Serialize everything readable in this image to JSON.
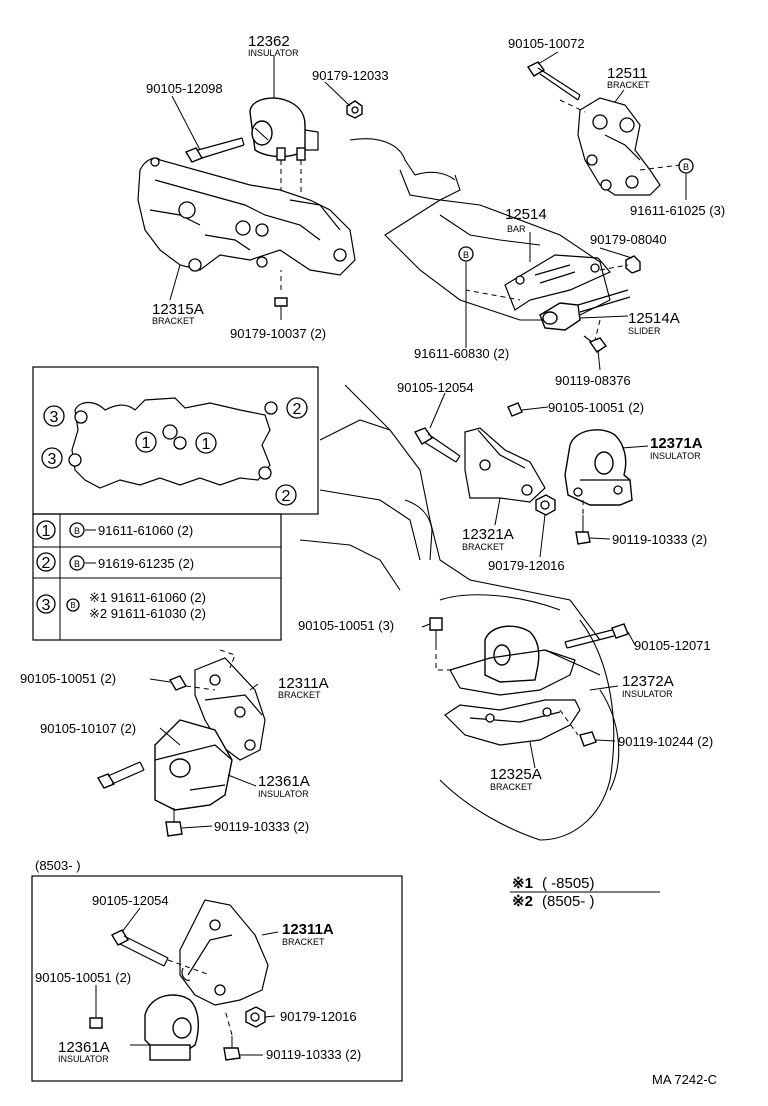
{
  "parts": {
    "p12362": {
      "num": "12362",
      "name": "INSULATOR"
    },
    "p90105_12098": {
      "num": "90105-12098"
    },
    "p90179_12033": {
      "num": "90179-12033"
    },
    "p12315A": {
      "num": "12315A",
      "name": "BRACKET"
    },
    "p90179_10037": {
      "num": "90179-10037 (2)"
    },
    "p90105_10072": {
      "num": "90105-10072"
    },
    "p12511": {
      "num": "12511",
      "name": "BRACKET"
    },
    "p91611_61025": {
      "num": "91611-61025 (3)"
    },
    "p12514": {
      "num": "12514",
      "name": "BAR"
    },
    "p90179_08040": {
      "num": "90179-08040"
    },
    "p12514A": {
      "num": "12514A",
      "name": "SLIDER"
    },
    "p91611_60830": {
      "num": "91611-60830 (2)"
    },
    "p90119_08376": {
      "num": "90119-08376"
    },
    "p90105_12054_top": {
      "num": "90105-12054"
    },
    "p90105_10051_top": {
      "num": "90105-10051 (2)"
    },
    "p12371A": {
      "num": "12371A",
      "name": "INSULATOR"
    },
    "p12321A": {
      "num": "12321A",
      "name": "BRACKET"
    },
    "p90119_10333_mid": {
      "num": "90119-10333 (2)"
    },
    "p90179_12016_mid": {
      "num": "90179-12016"
    },
    "p90105_10051_mid": {
      "num": "90105-10051 (3)"
    },
    "p90105_12071": {
      "num": "90105-12071"
    },
    "p12372A": {
      "num": "12372A",
      "name": "INSULATOR"
    },
    "p90119_10244": {
      "num": "90119-10244 (2)"
    },
    "p12325A": {
      "num": "12325A",
      "name": "BRACKET"
    },
    "p90105_10051_left": {
      "num": "90105-10051 (2)"
    },
    "p12311A_left": {
      "num": "12311A",
      "name": "BRACKET"
    },
    "p90105_10107": {
      "num": "90105-10107 (2)"
    },
    "p12361A_left": {
      "num": "12361A",
      "name": "INSULATOR"
    },
    "p90119_10333_left": {
      "num": "90119-10333 (2)"
    },
    "p90105_12054_box": {
      "num": "90105-12054"
    },
    "p12311A_box": {
      "num": "12311A",
      "name": "BRACKET"
    },
    "p90105_10051_box": {
      "num": "90105-10051  (2)"
    },
    "p90179_12016_box": {
      "num": "90179-12016"
    },
    "p12361A_box": {
      "num": "12361A",
      "name": "INSULATOR"
    },
    "p90119_10333_box": {
      "num": "90119-10333 (2)"
    }
  },
  "legend": {
    "rows": [
      {
        "index": "1",
        "marker": "B",
        "text": "91611-61060 (2)"
      },
      {
        "index": "2",
        "marker": "B",
        "text": "91619-61235 (2)"
      },
      {
        "index": "3",
        "marker": "B",
        "line1": "※1 91611-61060 (2)",
        "line2": "※2 91611-61030 (2)"
      }
    ],
    "bolt_marker": "B"
  },
  "gasket_callouts": {
    "one": "1",
    "two": "2",
    "three": "3"
  },
  "inset": {
    "label": "(8503-        )"
  },
  "notes": {
    "note1_mark": "※1",
    "note1_range": "(       -8505)",
    "note2_mark": "※2",
    "note2_range": "(8505-        )"
  },
  "diagram_code": "MA 7242-C"
}
